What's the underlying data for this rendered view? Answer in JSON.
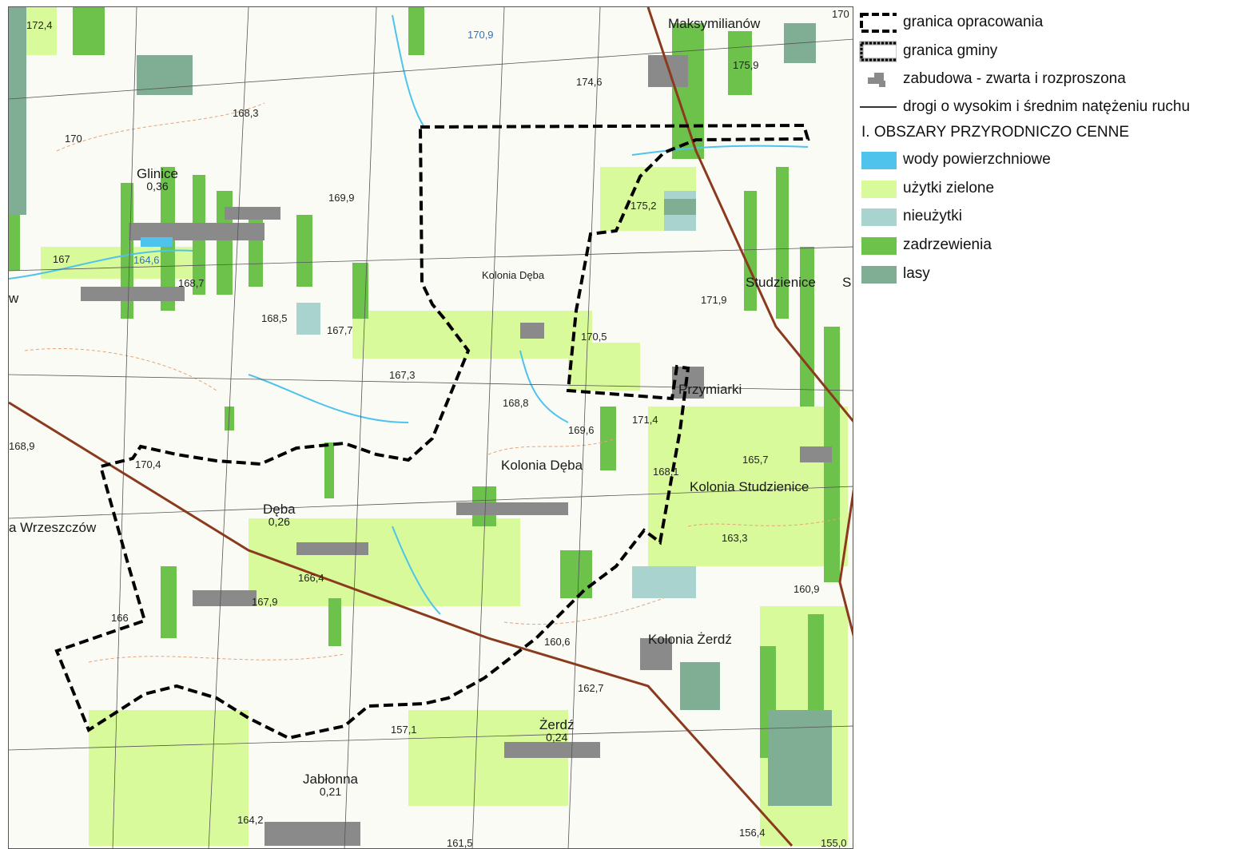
{
  "colors": {
    "water": "#4fc3ec",
    "grassland": "#d9fa9a",
    "wasteland": "#a9d3cf",
    "woods": "#6cc24a",
    "forest": "#7fae95",
    "built": "#8a8a8a",
    "boundary": "#000000"
  },
  "legend": {
    "items": [
      {
        "key": "study-boundary",
        "label": "granica opracowania",
        "icon": "dashed-rect-icon"
      },
      {
        "key": "commune-boundary",
        "label": "granica gminy",
        "icon": "dotted-rect-icon"
      },
      {
        "key": "built-up",
        "label": "zabudowa - zwarta i rozproszona",
        "icon": "building-icon"
      },
      {
        "key": "roads",
        "label": "drogi o wysokim i średnim natężeniu ruchu",
        "icon": "road-line-icon"
      }
    ],
    "section_heading": "I. OBSZARY PRZYRODNICZO CENNE",
    "swatches": [
      {
        "key": "water",
        "label": "wody powierzchniowe",
        "color": "#4fc3ec"
      },
      {
        "key": "grassland",
        "label": "użytki zielone",
        "color": "#d9fa9a"
      },
      {
        "key": "wasteland",
        "label": "nieużytki",
        "color": "#a9d3cf"
      },
      {
        "key": "woods",
        "label": "zadrzewienia",
        "color": "#6cc24a"
      },
      {
        "key": "forest",
        "label": "lasy",
        "color": "#7fae95"
      }
    ]
  },
  "map": {
    "places": [
      {
        "name": "Maksymilianów",
        "sub": ""
      },
      {
        "name": "Glinice",
        "sub": "0,36"
      },
      {
        "name": "Kolonia Dęba",
        "sub": ""
      },
      {
        "name": "Studzienice",
        "sub": ""
      },
      {
        "name": "Przymiarki",
        "sub": ""
      },
      {
        "name": "Kolonia Dęba",
        "sub": ""
      },
      {
        "name": "Kolonia Studzienice",
        "sub": ""
      },
      {
        "name": "Dęba",
        "sub": "0,26"
      },
      {
        "name": "a Wrzeszczów",
        "sub": ""
      },
      {
        "name": "Kolonia Żerdź",
        "sub": ""
      },
      {
        "name": "Żerdź",
        "sub": "0,24"
      },
      {
        "name": "Jabłonna",
        "sub": "0,21"
      },
      {
        "name": "w",
        "sub": ""
      },
      {
        "name": "S",
        "sub": ""
      }
    ],
    "elevations": [
      "172,4",
      "170,9",
      "170",
      "175,9",
      "174,6",
      "168,3",
      "170",
      "169,9",
      "175,2",
      "167",
      "164,6",
      "168,7",
      "171,9",
      "168,5",
      "167,7",
      "170,5",
      "167,3",
      "168,8",
      "169,6",
      "171,4",
      "168,9",
      "170,4",
      "168,1",
      "165,7",
      "163,3",
      "160,9",
      "166,4",
      "167,9",
      "166",
      "160,6",
      "162,7",
      "157,1",
      "164,2",
      "161,5",
      "156,4",
      "155,0"
    ]
  }
}
